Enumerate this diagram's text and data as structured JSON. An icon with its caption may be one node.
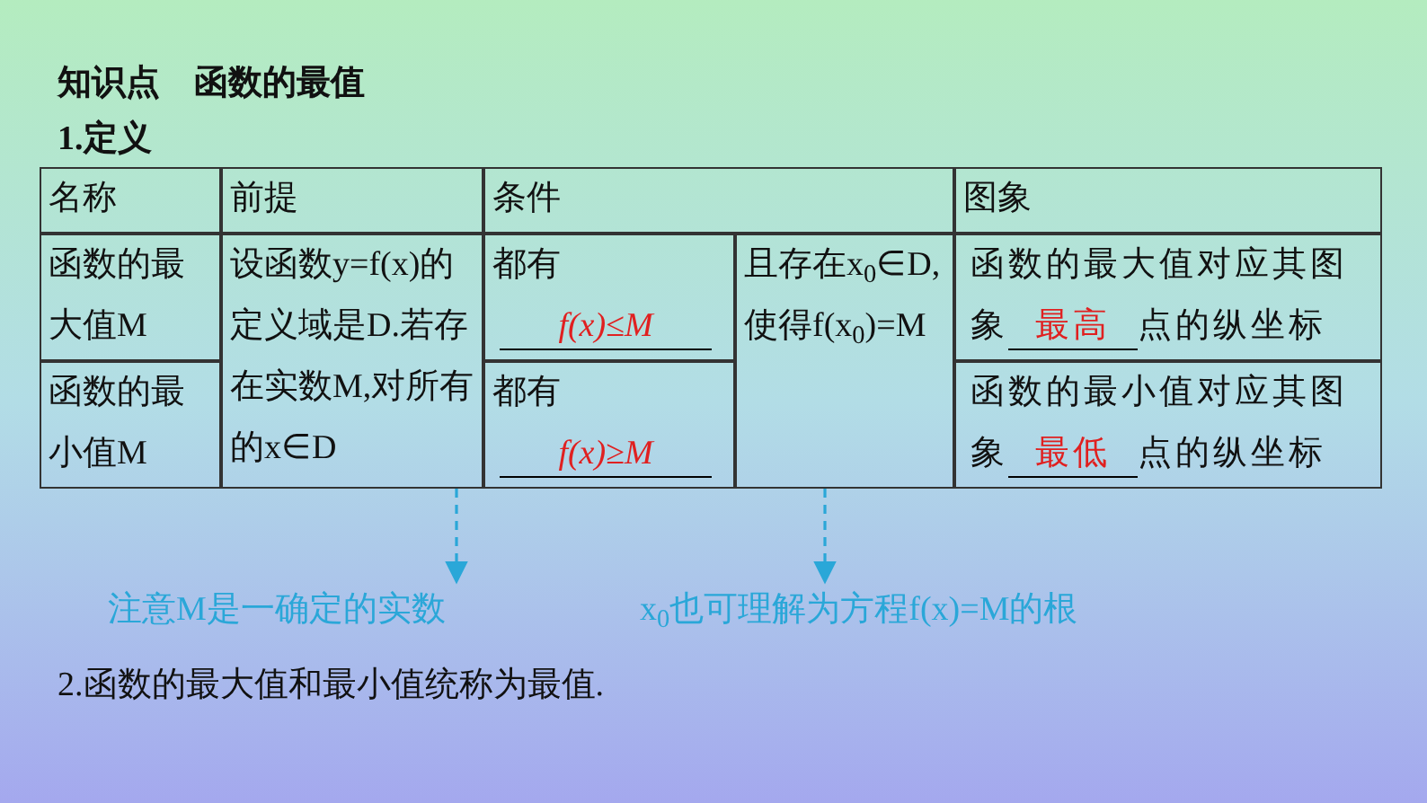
{
  "diagram": {
    "title": "知识点　函数的最值",
    "nodes": [
      {
        "text": [
          "设函数y=f(x)的定义域是D.若存在实数M,对所有的x∈D"
        ]
      },
      {
        "text": [
          "且存在x$_{0}$∈D,使得f(x$_{0}$)=M"
        ]
      },
      {
        "text": [
          "注意M是一确定的实数"
        ]
      },
      {
        "text": [
          "x$_{0}$也可理解为方程f(x)=M的根"
        ]
      }
    ],
    "edges": [
      {
        "from": 0,
        "to": 2,
        "arrow": "to",
        "style": "dashed"
      },
      {
        "from": 1,
        "to": 3,
        "arrow": "to",
        "style": "dashed"
      }
    ],
    "labels": [
      "1.定义",
      "名称",
      "前提",
      "条件",
      "图象",
      "函数的最大值M",
      "都有",
      "f(x)≤M",
      "函数的最大值对应其图象",
      "最高",
      "点的纵坐标",
      "函数的最小值M",
      "都有",
      "f(x)≥M",
      "函数的最小值对应其图象",
      "最低",
      "点的纵坐标",
      "2.函数的最大值和最小值统称为最值."
    ]
  }
}
